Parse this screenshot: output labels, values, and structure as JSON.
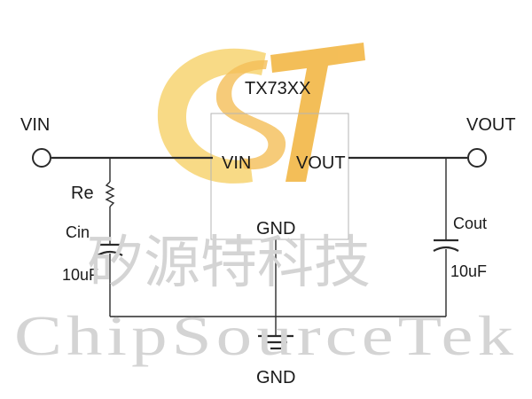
{
  "diagram": {
    "chip_label": "TX73XX",
    "pin_vin": "VIN",
    "pin_vout": "VOUT",
    "pin_gnd": "GND",
    "terminal_in": "VIN",
    "terminal_out": "VOUT",
    "ground_label": "GND",
    "resistor_label": "Re",
    "cin_label": "Cin",
    "cin_value": "10uF",
    "cout_label": "Cout",
    "cout_value": "10uF"
  },
  "watermark": {
    "chinese": "矽源特科技",
    "english": "ChipSourceTek",
    "logo_letters": "CST"
  },
  "colors": {
    "logo_yellow": "#f7d472",
    "logo_orange": "#f2b33b",
    "wire": "#2a2a2a",
    "watermark": "#d4d4d4"
  }
}
